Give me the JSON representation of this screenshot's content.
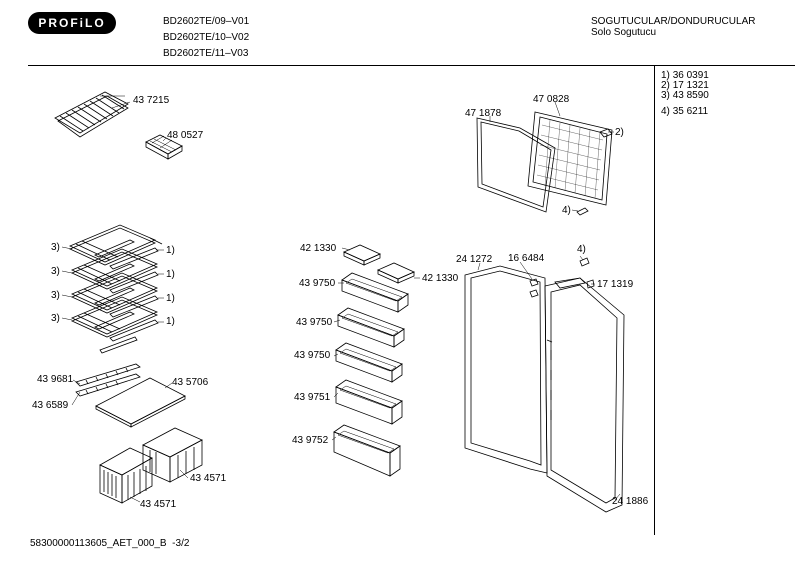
{
  "header": {
    "brand": "PROFiLO",
    "models": [
      "BD2602TE/09–V01",
      "BD2602TE/10–V02",
      "BD2602TE/11–V03"
    ],
    "category": "SOGUTUCULAR/DONDURUCULAR",
    "subcategory": "Solo Sogutucu"
  },
  "legend": [
    {
      "marker": "1)",
      "part": "36 0391"
    },
    {
      "marker": "2)",
      "part": "17 1321"
    },
    {
      "marker": "3)",
      "part": "43 8590"
    },
    {
      "marker": "4)",
      "part": "35 6211"
    }
  ],
  "callouts": {
    "p437215": "43 7215",
    "p480527": "48 0527",
    "p471878": "47 1878",
    "p470828": "47 0828",
    "m2": "2)",
    "m4a": "4)",
    "m4b": "4)",
    "m3a": "3)",
    "m3b": "3)",
    "m3c": "3)",
    "m3d": "3)",
    "m1a": "1)",
    "m1b": "1)",
    "m1c": "1)",
    "m1d": "1)",
    "p421330a": "42 1330",
    "p421330b": "42 1330",
    "p439750a": "43 9750",
    "p439750b": "43 9750",
    "p439750c": "43 9750",
    "p439751": "43 9751",
    "p439752": "43 9752",
    "p241272": "24 1272",
    "p166484": "16 6484",
    "p171319": "17 1319",
    "p241886": "24 1886",
    "p439681": "43 9681",
    "p435706": "43 5706",
    "p436589": "43 6589",
    "p434571a": "43 4571",
    "p434571b": "43 4571"
  },
  "footer": {
    "doc_id": "58300000113605_AET_000_B",
    "page": "-3/2"
  }
}
